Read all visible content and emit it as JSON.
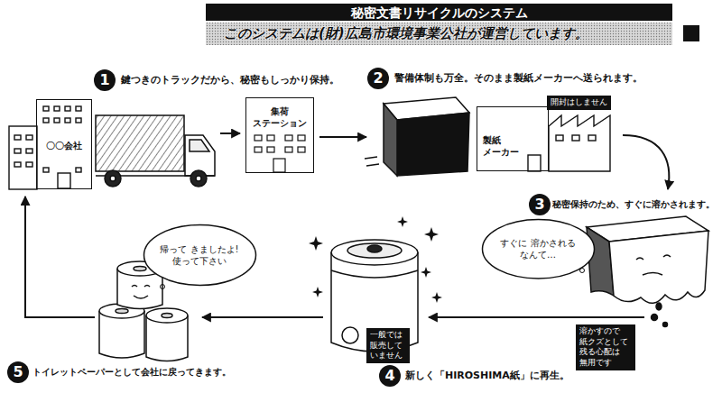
{
  "diagram": {
    "title": "秘密文書リサイクルのシステム",
    "nodes": [
      {
        "text": [
          "〇〇会社"
        ]
      },
      {
        "text": [
          "集荷 ステーション"
        ]
      },
      {
        "text": [
          "製紙 メーカー"
        ]
      },
      {
        "text": [
          "開封はしません"
        ]
      },
      {
        "text": [
          "すぐに 溶かされる なんて…"
        ]
      },
      {
        "text": [
          "溶かすので 紙クズとして 残る心配は 無用です"
        ]
      },
      {
        "text": [
          "一般では 販売して いません"
        ]
      },
      {
        "text": [
          "帰って きましたよ! 使って下さい"
        ]
      }
    ],
    "labels": [
      "このシステムは(財)広島市環境事業公社が運営しています。",
      "1",
      "鍵つきのトラックだから、秘密もしっかり保持。",
      "2",
      "警備体制も万全。そのまま製紙メーカーへ送られます。",
      "3",
      "秘密保持のため、すぐに溶かされます。",
      "4",
      "新しく「HIROSHIMA紙」に再生。",
      "5",
      "トイレットペーパーとして会社に戻ってきます。"
    ]
  }
}
